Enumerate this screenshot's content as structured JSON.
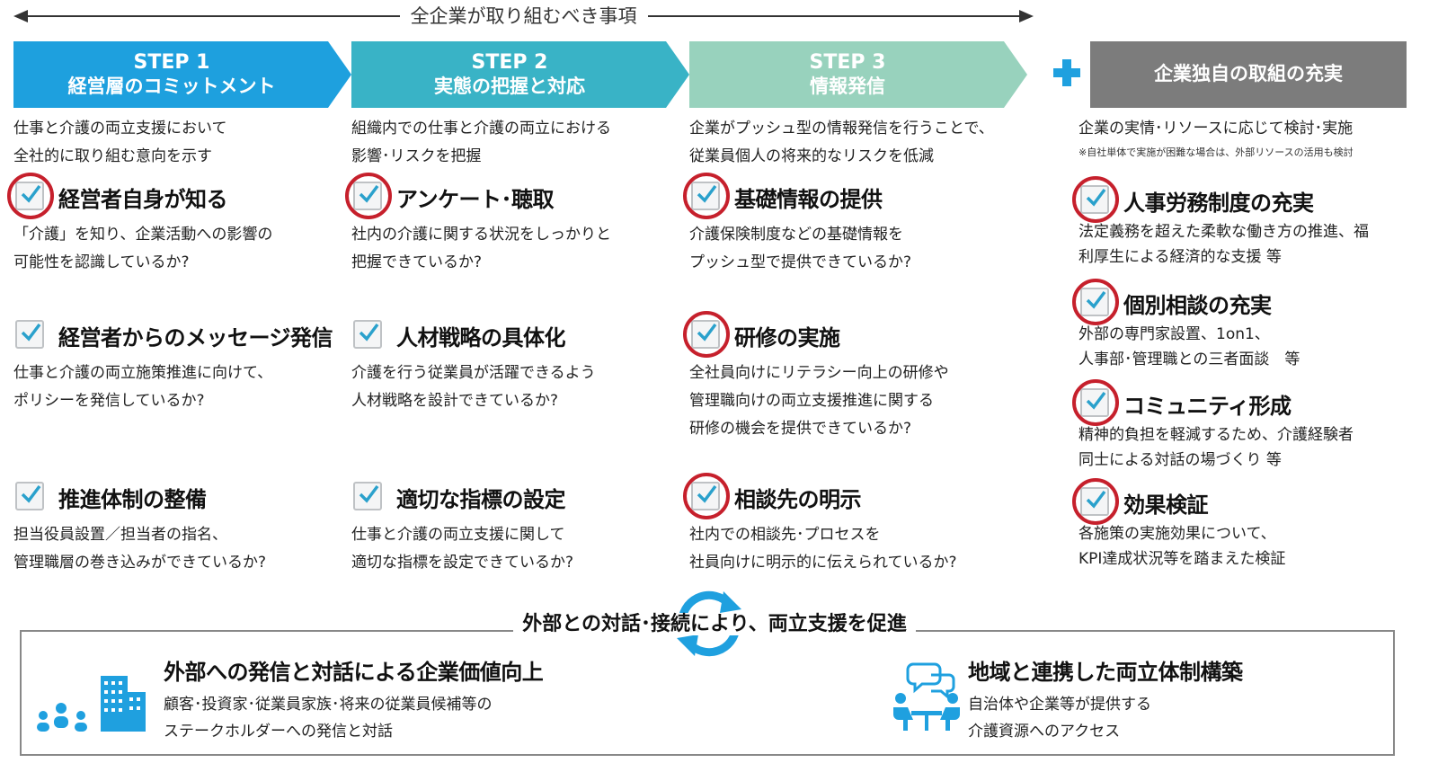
{
  "top_arrow_label": "全企業が取り組むべき事項",
  "colors": {
    "step1": "#1ea0de",
    "step2": "#39b3c6",
    "step3": "#98d2bd",
    "extra": "#7c7c7c",
    "check_ring": "#c6202c",
    "accent_blue": "#1fa0df"
  },
  "steps": [
    {
      "num": "STEP 1",
      "title": "経営層のコミットメント",
      "intro": [
        "仕事と介護の両立支援において",
        "全社的に取り組む意向を示す"
      ],
      "items": [
        {
          "title": "経営者自身が知る",
          "desc": [
            "「介護」を知り、企業活動への影響の",
            "可能性を認識しているか?"
          ],
          "highlighted": true
        },
        {
          "title": "経営者からのメッセージ発信",
          "desc": [
            "仕事と介護の両立施策推進に向けて、",
            "ポリシーを発信しているか?"
          ],
          "highlighted": false
        },
        {
          "title": "推進体制の整備",
          "desc": [
            "担当役員設置／担当者の指名、",
            "管理職層の巻き込みができているか?"
          ],
          "highlighted": false
        }
      ]
    },
    {
      "num": "STEP 2",
      "title": "実態の把握と対応",
      "intro": [
        "組織内での仕事と介護の両立における",
        "影響･リスクを把握"
      ],
      "items": [
        {
          "title": "アンケート･聴取",
          "desc": [
            "社内の介護に関する状況をしっかりと",
            "把握できているか?"
          ],
          "highlighted": true
        },
        {
          "title": "人材戦略の具体化",
          "desc": [
            "介護を行う従業員が活躍できるよう",
            "人材戦略を設計できているか?"
          ],
          "highlighted": false
        },
        {
          "title": "適切な指標の設定",
          "desc": [
            "仕事と介護の両立支援に関して",
            "適切な指標を設定できているか?"
          ],
          "highlighted": false
        }
      ]
    },
    {
      "num": "STEP 3",
      "title": "情報発信",
      "intro": [
        "企業がプッシュ型の情報発信を行うことで、",
        "従業員個人の将来的なリスクを低減"
      ],
      "items": [
        {
          "title": "基礎情報の提供",
          "desc": [
            "介護保険制度などの基礎情報を",
            "プッシュ型で提供できているか?"
          ],
          "highlighted": true
        },
        {
          "title": "研修の実施",
          "desc": [
            "全社員向けにリテラシー向上の研修や",
            "管理職向けの両立支援推進に関する",
            "研修の機会を提供できているか?"
          ],
          "highlighted": true
        },
        {
          "title": "相談先の明示",
          "desc": [
            "社内での相談先･プロセスを",
            "社員向けに明示的に伝えられているか?"
          ],
          "highlighted": true
        }
      ]
    }
  ],
  "extra": {
    "title": "企業独自の取組の充実",
    "intro": "企業の実情･リソースに応じて検討･実施",
    "note": "※自社単体で実施が困難な場合は、外部リソースの活用も検討",
    "items": [
      {
        "title": "人事労務制度の充実",
        "desc": [
          "法定義務を超えた柔軟な働き方の推進、福",
          "利厚生による経済的な支援 等"
        ]
      },
      {
        "title": "個別相談の充実",
        "desc": [
          "外部の専門家設置、1on1、",
          "人事部･管理職との三者面談　等"
        ]
      },
      {
        "title": "コミュニティ形成",
        "desc": [
          "精神的負担を軽減するため、介護経験者",
          "同士による対話の場づくり 等"
        ]
      },
      {
        "title": "効果検証",
        "desc": [
          "各施策の実施効果について、",
          "KPI達成状況等を踏まえた検証"
        ]
      }
    ]
  },
  "bottom": {
    "title": "外部との対話･接続により、両立支援を促進",
    "left": {
      "title": "外部への発信と対話による企業価値向上",
      "desc": [
        "顧客･投資家･従業員家族･将来の従業員候補等の",
        "ステークホルダーへの発信と対話"
      ]
    },
    "right": {
      "title": "地域と連携した両立体制構築",
      "desc": [
        "自治体や企業等が提供する",
        "介護資源へのアクセス"
      ]
    }
  }
}
